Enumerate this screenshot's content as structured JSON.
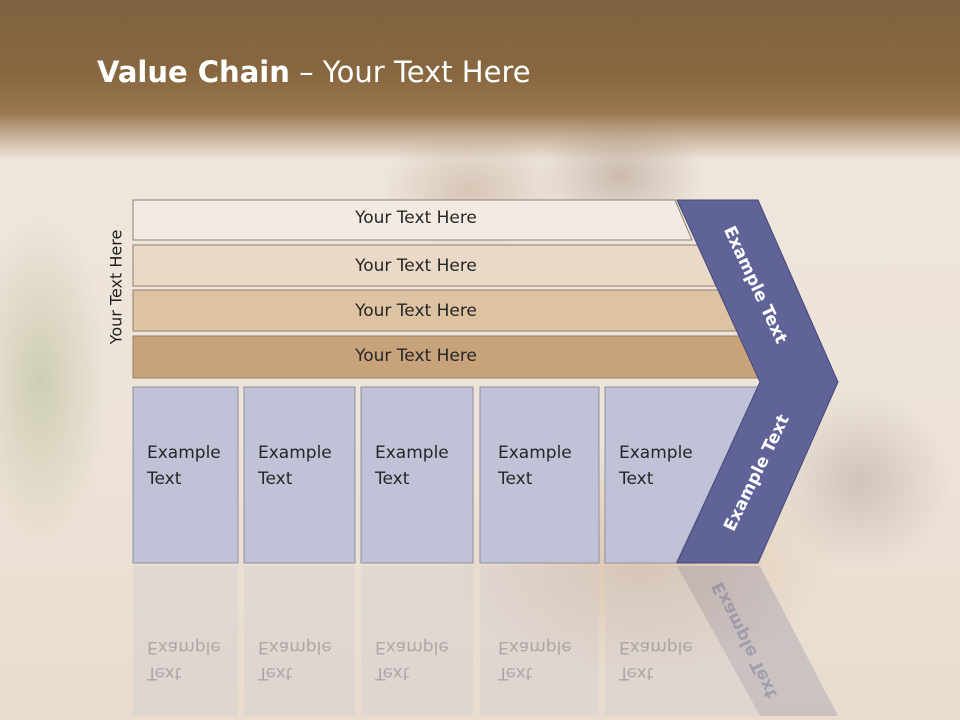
{
  "slide": {
    "title_bold": "Value Chain",
    "title_rest": " – Your Text Here",
    "side_label": "Your Text Here",
    "bars": [
      "Your Text Here",
      "Your Text Here",
      "Your Text Here",
      "Your Text Here"
    ],
    "cells": [
      {
        "line1": "Example",
        "line2": "Text"
      },
      {
        "line1": "Example",
        "line2": "Text"
      },
      {
        "line1": "Example",
        "line2": "Text"
      },
      {
        "line1": "Example",
        "line2": "Text"
      },
      {
        "line1": "Example",
        "line2": "Text"
      }
    ],
    "chevron_top": "Example Text",
    "chevron_bottom": "Example Text"
  },
  "colors": {
    "header": "#87673f",
    "bar1": "#f3ebe3",
    "bar2": "#ead9c6",
    "bar3": "#dec3a3",
    "bar4": "#c8a27a",
    "cell_fill": "#c0c2d8",
    "chevron": "#5f6398"
  }
}
